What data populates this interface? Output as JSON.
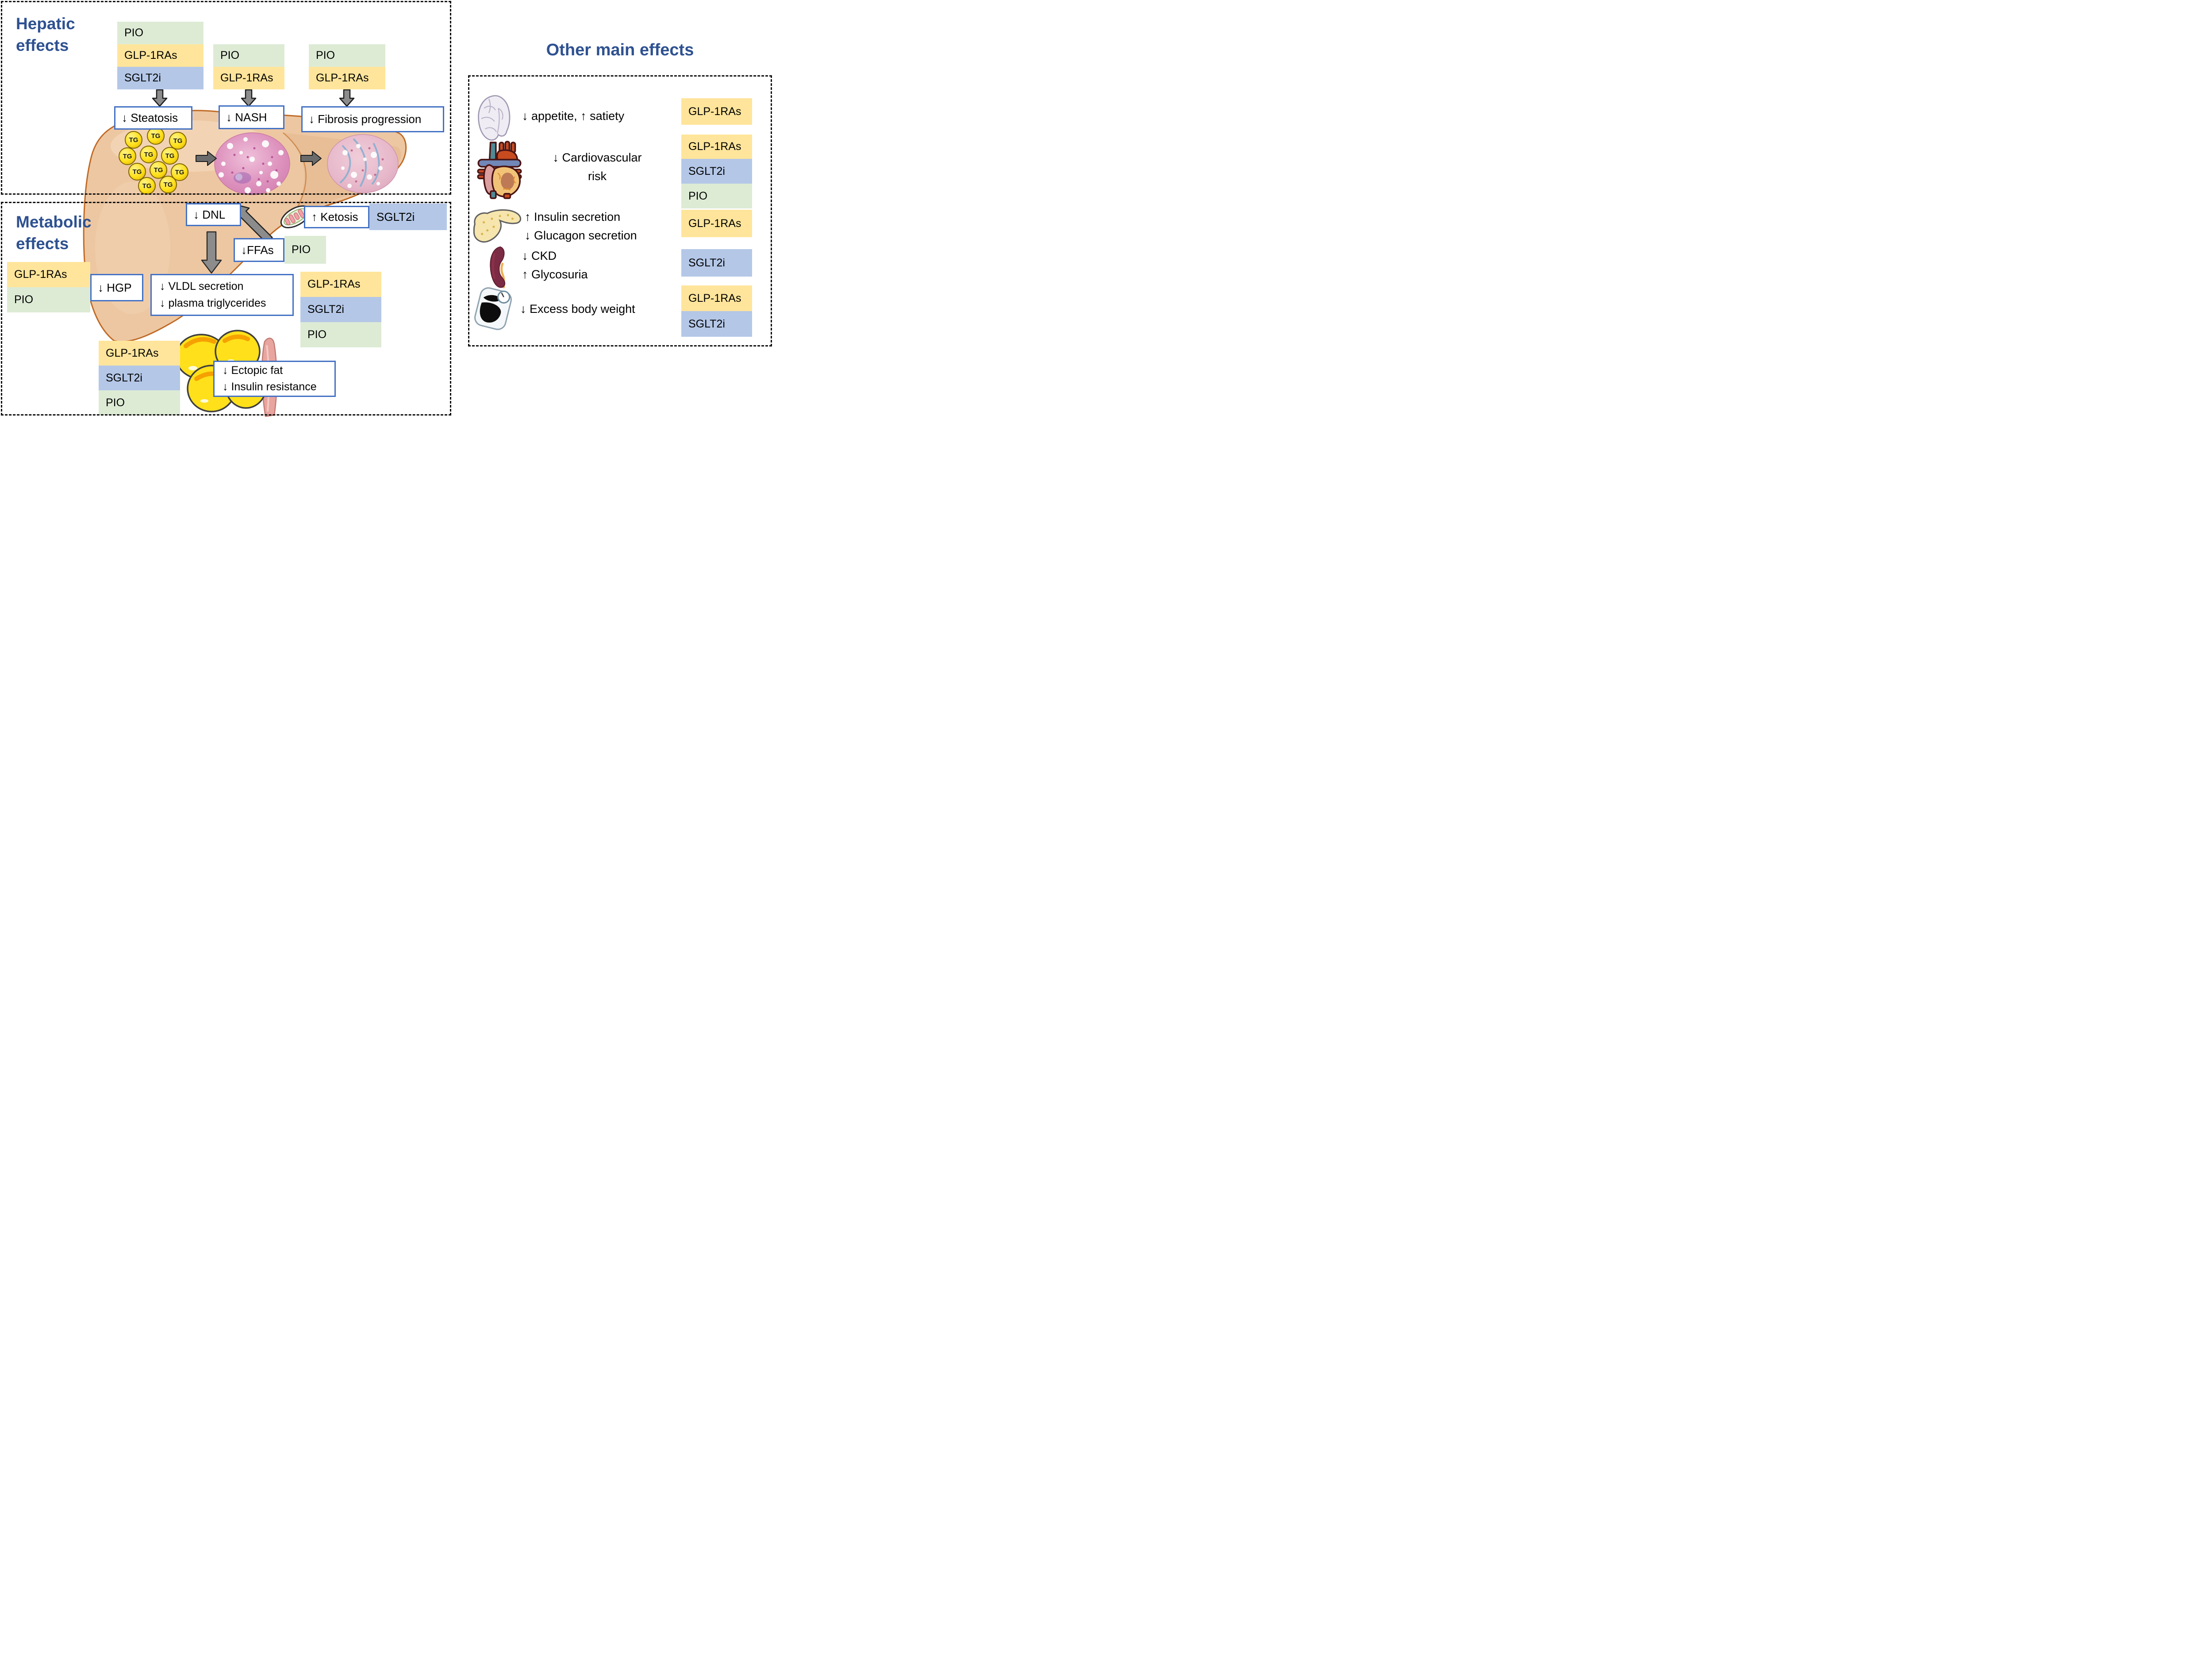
{
  "colors": {
    "pio_green": "#DDEBD5",
    "glp_yellow": "#FFE59B",
    "sglt2i_blue": "#B4C7E7",
    "box_border_blue": "#4472C4",
    "heading_blue": "#2E5191",
    "dashed_border": "#111111",
    "arrow_gray": "#8C8C8C",
    "liver_tan": "#EDC7A2",
    "tg_disc_yellow": "#FFE01A"
  },
  "hepatic": {
    "title_lines": [
      "Hepatic",
      "effects"
    ],
    "steatosis_stack": [
      "PIO",
      "GLP-1RAs",
      "SGLT2i"
    ],
    "nash_stack": [
      "PIO",
      "GLP-1RAs"
    ],
    "fibrosis_stack": [
      "PIO",
      "GLP-1RAs"
    ],
    "steatosis_box": "↓ Steatosis",
    "nash_box": "↓ NASH",
    "fibrosis_box": "↓ Fibrosis progression",
    "tg": "TG"
  },
  "metabolic": {
    "title_lines": [
      "Metabolic",
      "effects"
    ],
    "dnl_box": "↓ DNL",
    "ketosis_box": "↑ Ketosis",
    "ketosis_drug": "SGLT2i",
    "ffas_box": "↓FFAs",
    "ffas_drug": "PIO",
    "hgp_box": "↓ HGP",
    "hgp_stack": [
      "GLP-1RAs",
      "PIO"
    ],
    "vldl_box_lines": [
      "↓ VLDL secretion",
      "↓ plasma triglycerides"
    ],
    "vldl_stack": [
      "GLP-1RAs",
      "SGLT2i",
      "PIO"
    ],
    "ectopic_box_lines": [
      "↓ Ectopic fat",
      "↓ Insulin resistance"
    ],
    "ectopic_stack": [
      "GLP-1RAs",
      "SGLT2i",
      "PIO"
    ]
  },
  "other": {
    "title": "Other main effects",
    "rows": [
      {
        "icon": "brain",
        "lines": [
          "↓ appetite, ↑ satiety"
        ],
        "drugs": [
          "GLP-1RAs"
        ]
      },
      {
        "icon": "heart",
        "lines": [
          "↓ Cardiovascular",
          "risk"
        ],
        "drugs": [
          "GLP-1RAs",
          "SGLT2i",
          "PIO"
        ]
      },
      {
        "icon": "pancreas",
        "lines": [
          "↑ Insulin secretion",
          "↓ Glucagon secretion"
        ],
        "drugs": [
          "GLP-1RAs"
        ]
      },
      {
        "icon": "kidney",
        "lines": [
          "↓ CKD",
          "↑ Glycosuria"
        ],
        "drugs": [
          "SGLT2i"
        ]
      },
      {
        "icon": "scale",
        "lines": [
          "↓ Excess body weight"
        ],
        "drugs": [
          "GLP-1RAs",
          "SGLT2i"
        ]
      }
    ]
  }
}
